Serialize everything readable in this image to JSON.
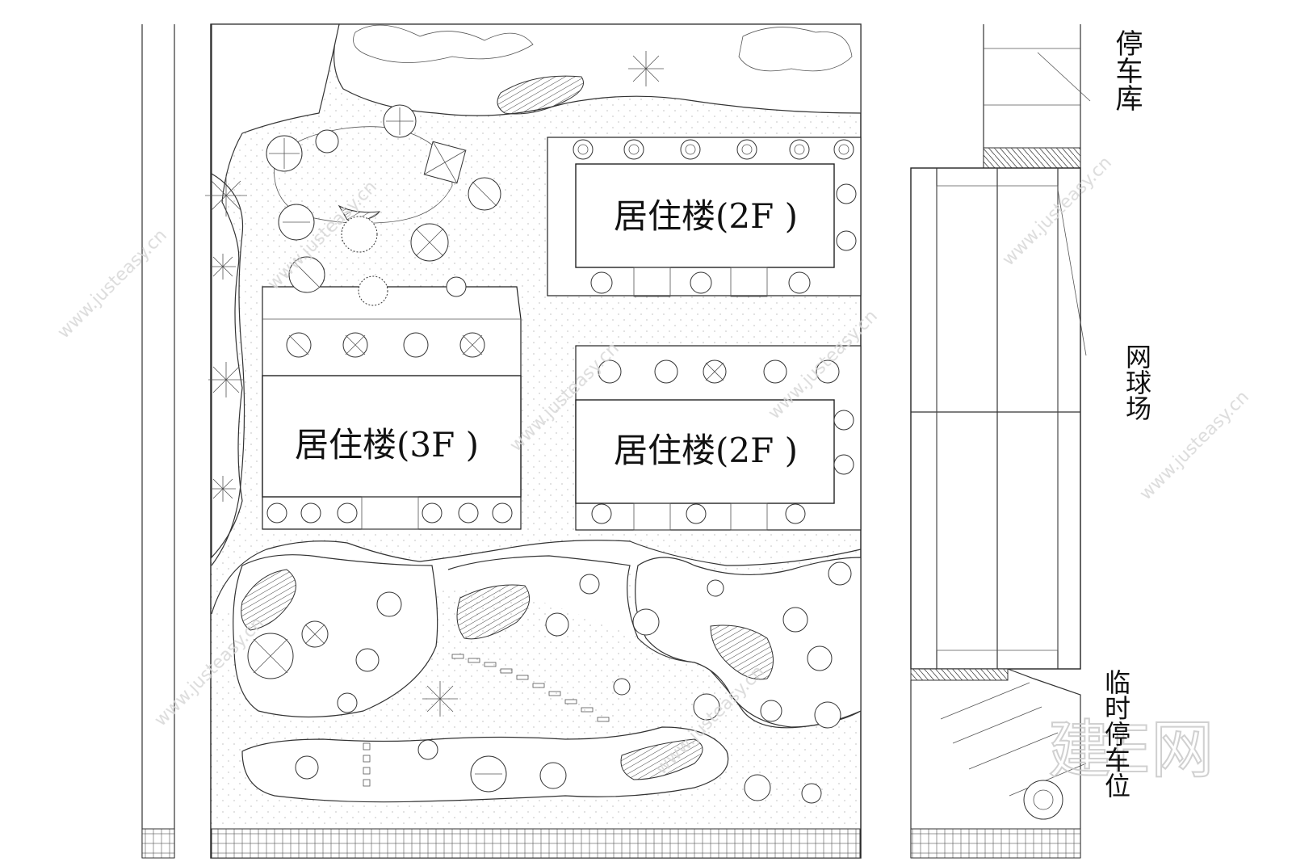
{
  "buildings": [
    {
      "id": "upper-right",
      "label": "居住楼(2F )"
    },
    {
      "id": "left",
      "label": "居住楼(3F )"
    },
    {
      "id": "lower-right",
      "label": "居住楼(2F )"
    }
  ],
  "side_labels": {
    "garage": "停车库",
    "tennis_court": "网球场",
    "temp_parking": "临时停车位"
  },
  "watermark": {
    "url": "www.justeasy.cn",
    "brand": "建E网"
  },
  "icons": [
    "tree-icon",
    "palm-icon",
    "shrub-icon",
    "rock-icon",
    "pavilion-icon"
  ]
}
